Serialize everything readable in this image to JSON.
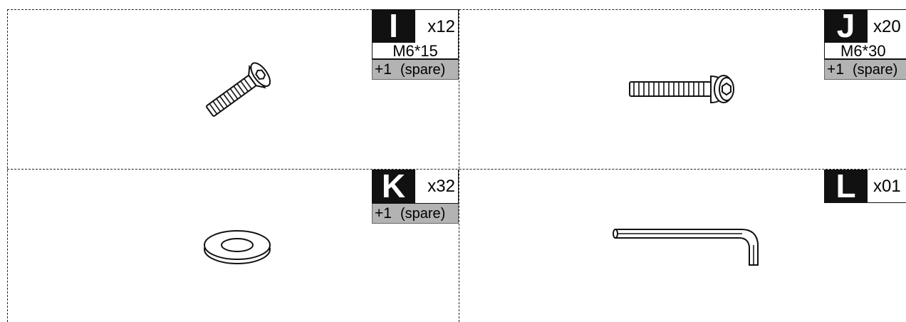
{
  "parts": [
    {
      "letter": "I",
      "quantity": "x12",
      "spec": "M6*15",
      "spare_num": "+1",
      "spare_word": "(spare)",
      "item": "flat-head-screw"
    },
    {
      "letter": "J",
      "quantity": "x20",
      "spec": "M6*30",
      "spare_num": "+1",
      "spare_word": "(spare)",
      "item": "cap-screw"
    },
    {
      "letter": "K",
      "quantity": "x32",
      "spare_num": "+1",
      "spare_word": "(spare)",
      "item": "washer"
    },
    {
      "letter": "L",
      "quantity": "x01",
      "item": "allen-key"
    }
  ]
}
